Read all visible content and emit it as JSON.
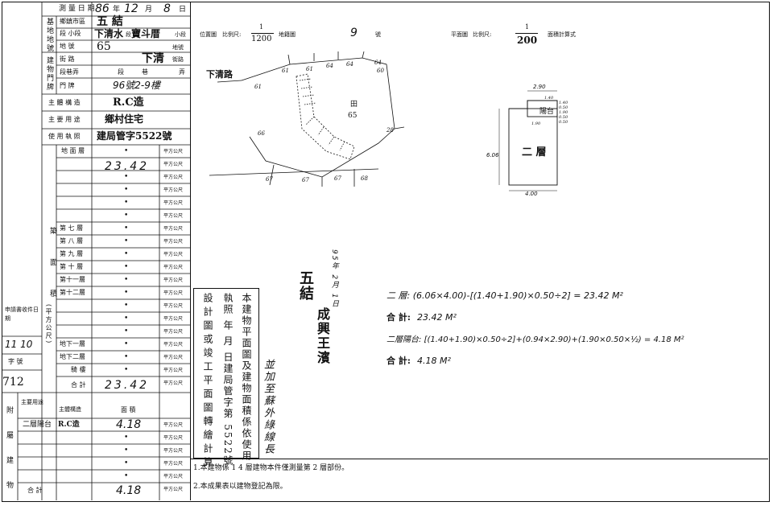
{
  "left_table": {
    "survey_date_label": "測 量 日 期",
    "survey_date": {
      "year": "86",
      "year_unit": "年",
      "month": "12",
      "month_unit": "月",
      "day": "8",
      "day_unit": "日"
    },
    "base_land_group": "基地地號",
    "township_label": "鄉鎮市區",
    "township_value": "五 結",
    "section_label": "段 小段",
    "section_value": "下清水",
    "section_suffix1": "段",
    "section_value2": "寶斗厝",
    "section_suffix2": "小段",
    "land_no_label": "地 號",
    "land_no_value": "65",
    "land_no_unit": "地號",
    "door_group": "建物門牌",
    "street_label": "街 路",
    "street_value": "下清",
    "street_unit": "街路",
    "lane_label": "段巷弄",
    "lane_units": [
      "段",
      "巷",
      "弄"
    ],
    "door_label": "門 牌",
    "door_value": "96號2-9樓",
    "structure_label": "主 體 構 造",
    "structure_value": "R.C造",
    "use_label": "主 要 用 途",
    "use_value": "鄉村住宅",
    "license_label": "使 用 執 照",
    "license_value": "建局管字5522號",
    "floor_area_group": [
      "築",
      "面",
      "積"
    ],
    "ground_floor_label": "地 面 層",
    "second_floor_value": "23.42",
    "area_unit": "平方公尺",
    "dot": "•",
    "floor_labels": {
      "f7": "第 七 層",
      "f8": "第 八 層",
      "f9": "第 九 層",
      "f10": "第 十 層",
      "f11": "第十一層",
      "f12": "第十二層"
    },
    "bracket_label": "(平方公尺)",
    "basement1_label": "地下一層",
    "basement2_label": "地下二層",
    "loft_label": "騎 樓",
    "total_label": "合 計",
    "total_value": "23.42",
    "apply_label": "申請書收件日期",
    "apply_value": "11 10",
    "word_label": "字 號",
    "word_value": "712",
    "annex_group": [
      "附",
      "屬",
      "建",
      "物"
    ],
    "annex_use_label": "主要用途",
    "annex_structure_label": "主體構造",
    "annex_area_label": "面 積",
    "balcony_label": "二層陽台",
    "balcony_structure": "R.C造",
    "balcony_value": "4.18",
    "annex_total_label": "合 計",
    "annex_total_value": "4.18"
  },
  "header": {
    "location_label": "位置圖",
    "scale_label": "比例尺:",
    "location_scale": "1200",
    "cadastral_label": "地籍圖",
    "sheet_no": "9",
    "sheet_unit": "號",
    "plan_label": "平面圖",
    "plan_scale": "200",
    "area_calc_label": "面積計算式"
  },
  "location_map": {
    "road_name": "下清路",
    "parcel_label": "田",
    "parcel_no": "65",
    "neighbor_parcels": [
      "61",
      "61",
      "61",
      "64",
      "64",
      "64",
      "60",
      "66",
      "67",
      "67",
      "67",
      "68",
      "28"
    ]
  },
  "floor_plan": {
    "floor_label": "二 層",
    "balcony_label": "陽台",
    "dim_left": "6.06",
    "dim_bottom": "4.00",
    "dim_top": "2.90",
    "dim_small": [
      "1.40",
      "0.50",
      "1.90",
      "0.50",
      "0.50",
      "1.40",
      "1.90"
    ]
  },
  "certification_box": {
    "columns": [
      "本建物平面圖及建物面積係依使用",
      "執照 年 月 日建局管字第 5522號",
      "設計圖或竣工平面圖轉繪計算"
    ]
  },
  "vertical_note": "並加至蘇外綠線長",
  "stamp": {
    "lines": [
      "五結",
      "成興王濱"
    ],
    "side_note": "95年 2月 1日"
  },
  "area_formulas": {
    "second_floor": "二 層: (6.06×4.00)-[(1.40+1.90)×0.50÷2] = 23.42 M²",
    "total1_label": "合 計:",
    "total1_value": "23.42 M²",
    "balcony": "二層陽台: [(1.40+1.90)×0.50÷2]+(0.94×2.90)+(1.90×0.50×½) = 4.18 M²",
    "total2_label": "合 計:",
    "total2_value": "4.18 M²"
  },
  "footnotes": {
    "note1": "1.本建物係 1 4 層建物本件僅測量第 2 層部份。",
    "note2": "2.本成果表以建物登記為限。"
  }
}
